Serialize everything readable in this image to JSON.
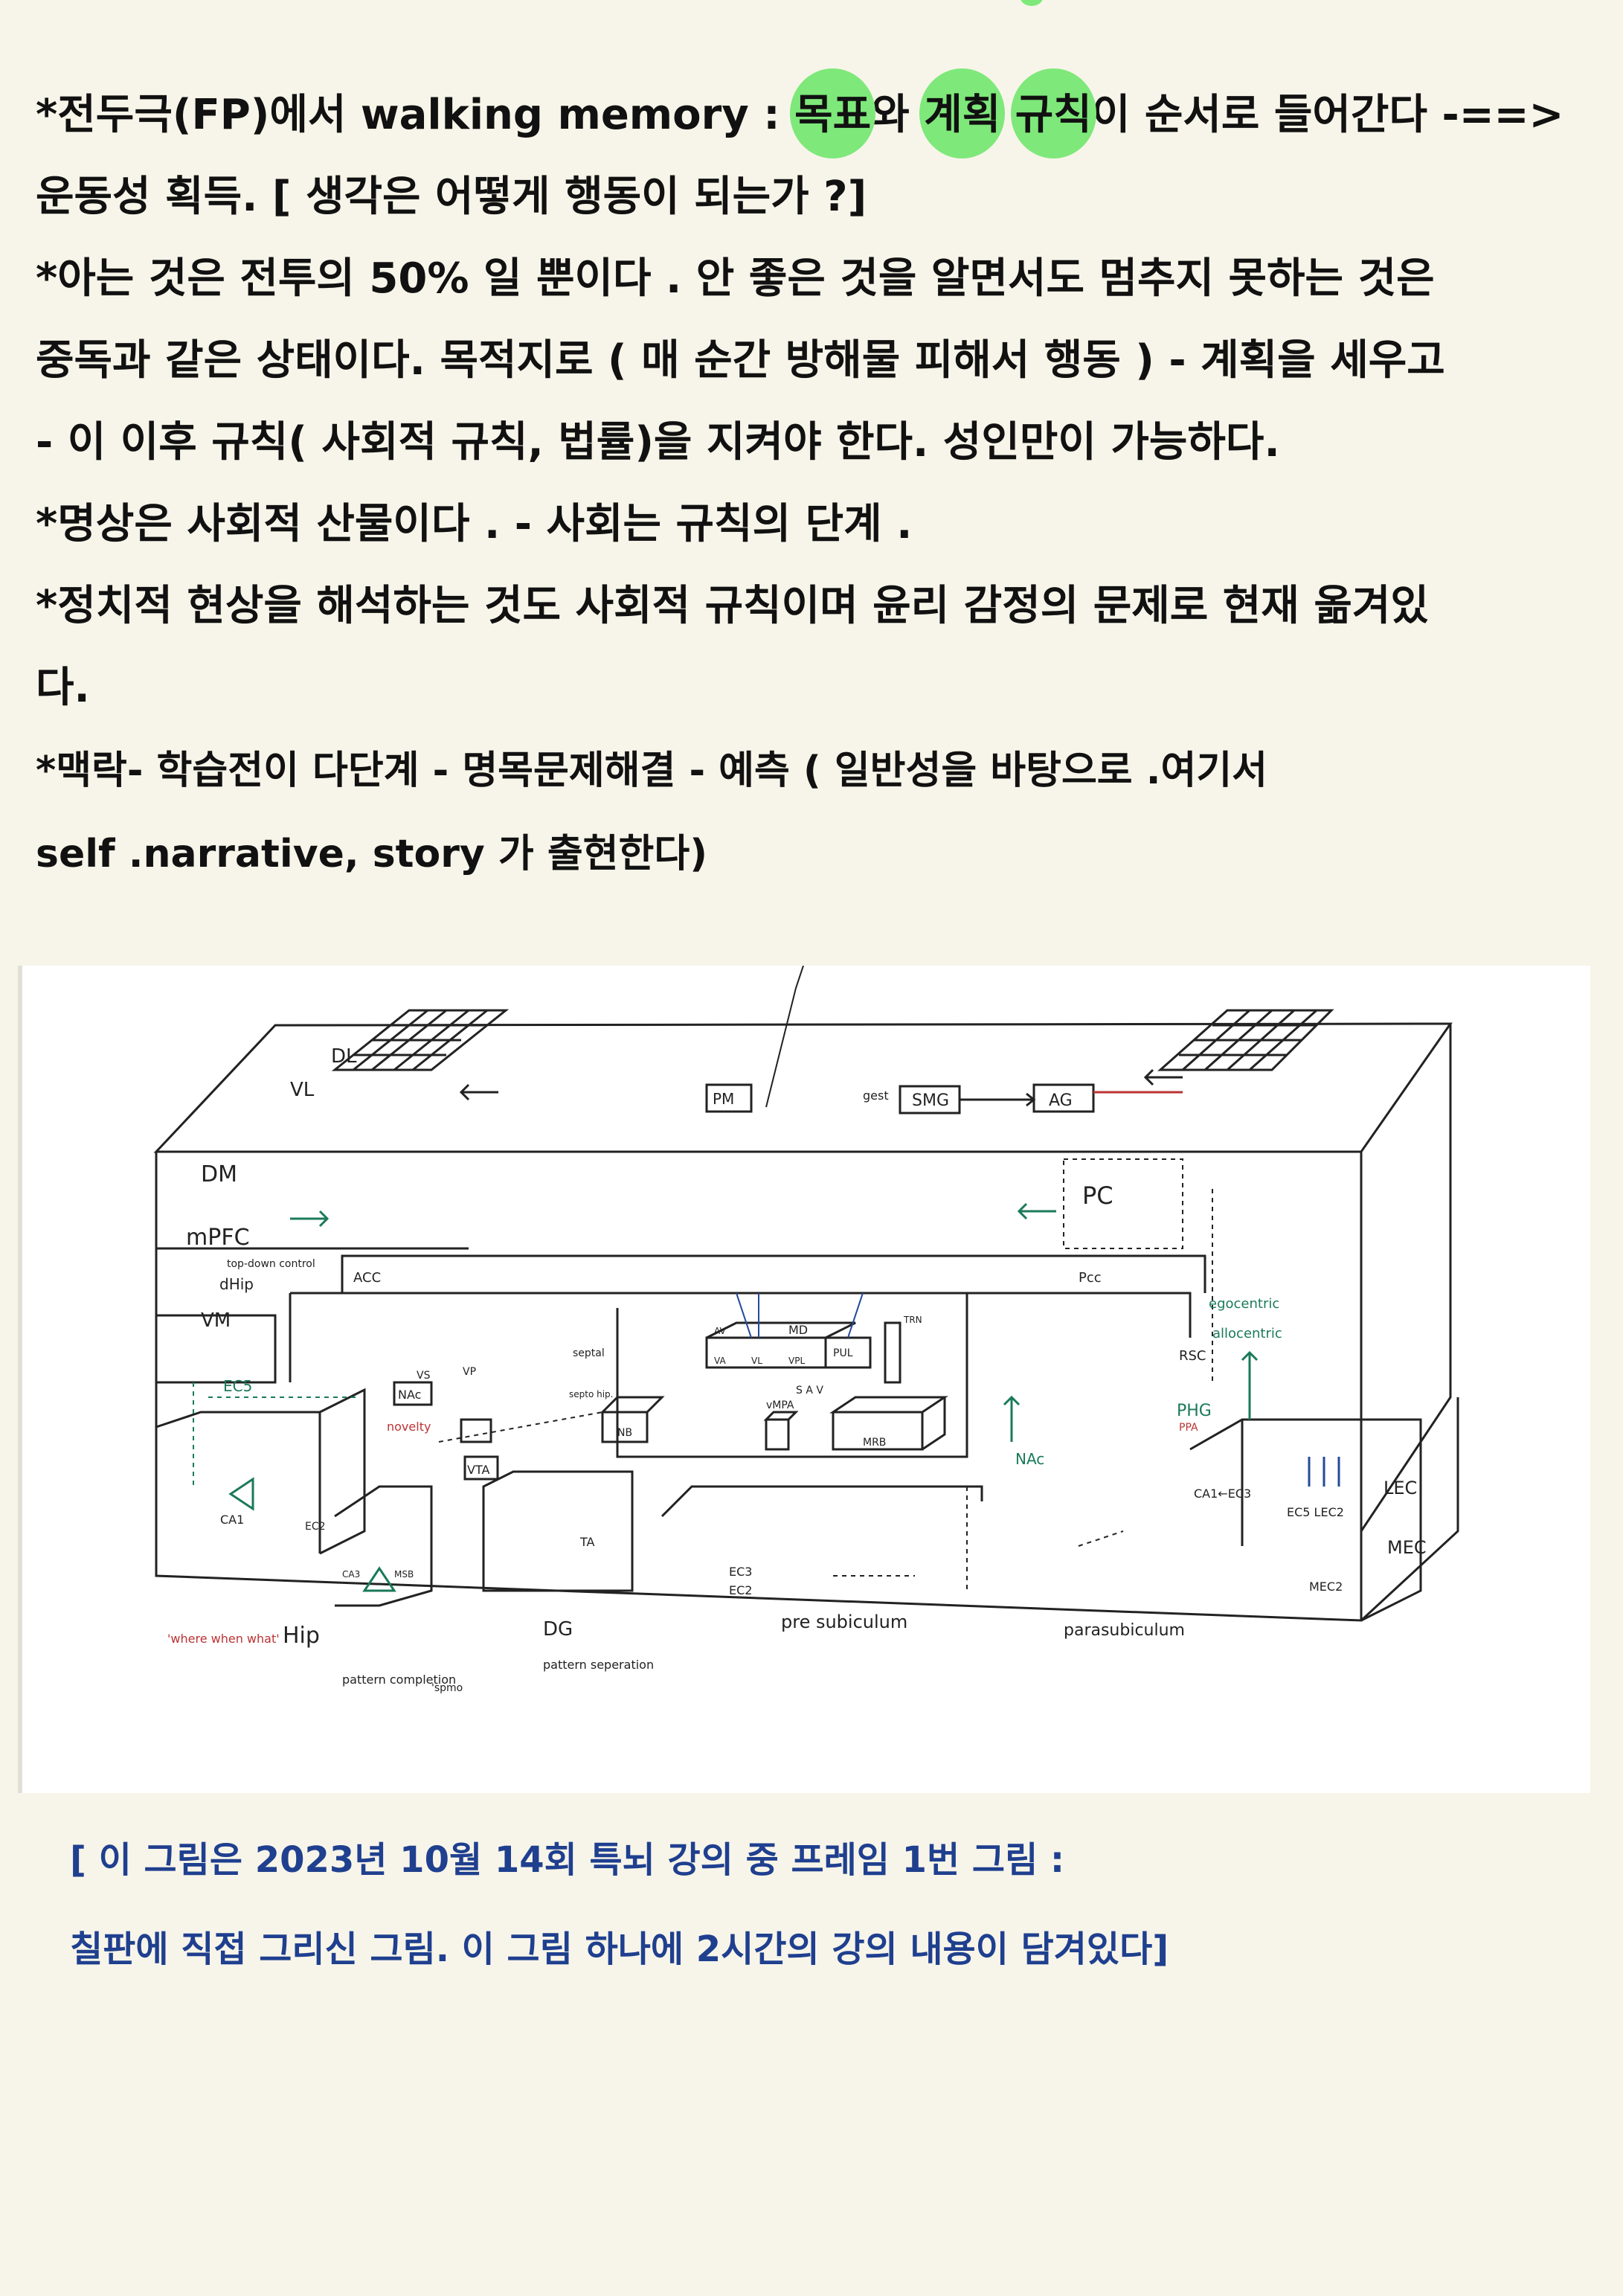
{
  "notes": {
    "line1": {
      "pre": "*전두극(FP)에서 walking memory : ",
      "hl1": "목표",
      "mid1": "와 ",
      "hl2": "계획",
      "mid2": " ",
      "hl3": "규칙",
      "post": "이 순서로 들어간다 -==>"
    },
    "line2": "운동성 획득.  [ 생각은 어떻게 행동이 되는가 ?]",
    "line3": "*아는 것은 전투의 50% 일 뿐이다 . 안 좋은 것을 알면서도 멈추지 못하는 것은",
    "line4": "중독과 같은 상태이다. 목적지로 ( 매 순간 방해물 피해서 행동 ) - 계획을 세우고",
    "line5": "- 이 이후 규칙( 사회적 규칙, 법률)을 지켜야 한다. 성인만이 가능하다.",
    "line6": "*명상은 사회적 산물이다 . - 사회는 규칙의 단계 .",
    "line7": "*정치적 현상을 해석하는 것도 사회적 규칙이며 윤리 감정의 문제로 현재 옮겨있",
    "line8": "다.",
    "line9": "*맥락- 학습전이 다단계 - 명목문제해결  -  예측 ( 일반성을 바탕으로 .여기서",
    "line10": "self .narrative, story 가 출현한다)"
  },
  "figure": {
    "labels": {
      "dl": "DL",
      "vl": "VL",
      "dm": "DM",
      "mpfc": "mPFC",
      "topdown": "top-down control",
      "dhip": "dHip",
      "vm": "VM",
      "acc": "ACC",
      "pm": "PM",
      "gest": "gest",
      "smg": "SMG",
      "ag": "AG",
      "pc": "PC",
      "pcc": "Pcc",
      "egocentric": "egocentric",
      "allocentric": "allocentric",
      "rsc": "RSC",
      "phg": "PHG",
      "ppa": "PPA",
      "ec5": "EC5",
      "vs": "VS",
      "vp": "VP",
      "nac": "NAc",
      "novelty": "novelty",
      "vta": "VTA",
      "septal": "septal",
      "septohip": "septo hip.",
      "nb": "NB",
      "vmpa": "vMPA",
      "mrb": "MRB",
      "av": "AV",
      "md": "MD",
      "pul": "PUL",
      "trn": "TRN",
      "va": "VA",
      "vl2": "VL",
      "vpl": "VPL",
      "sav": "S A V",
      "nac2": "NAc",
      "ca1ec": "CA1←EC3",
      "lec": "LEC",
      "ecleca": "EC5 LEC2",
      "mec": "MEC",
      "mec2": "MEC2",
      "ca1": "CA1",
      "ec2": "EC2",
      "ca3": "CA3",
      "msb": "MSB",
      "ta": "TA",
      "dg": "DG",
      "ec3": "EC3",
      "ec2b": "EC2",
      "presub": "pre subiculum",
      "parasub": "parasubiculum",
      "hip": "Hip",
      "www": "'where when what'",
      "patcomp": "pattern completion",
      "patsep": "pattern seperation",
      "spmo": "'spmo"
    }
  },
  "caption": {
    "line1": "[ 이 그림은 2023년 10월 14회 특뇌 강의 중  프레임 1번 그림 :",
    "line2": "칠판에  직접 그리신 그림. 이 그림 하나에 2시간의 강의 내용이 담겨있다]"
  }
}
